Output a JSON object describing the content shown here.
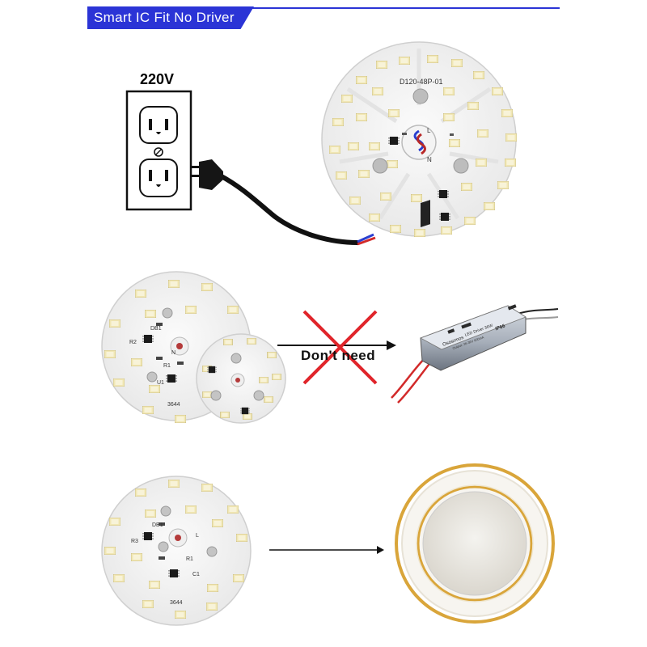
{
  "header": {
    "banner_title": "Smart IC Fit No Driver"
  },
  "outlet": {
    "voltage_label": "220V"
  },
  "board_main": {
    "model_label": "D120-48P-01",
    "l_label": "L",
    "n_label": "N"
  },
  "board_small": {
    "model_label": "3644",
    "labels": {
      "db1": "DB1",
      "r1": "R1",
      "r2": "R2",
      "r3": "R3",
      "u1": "U1",
      "c1": "C1",
      "l": "L",
      "n": "N"
    }
  },
  "comparison": {
    "dont_need_label": "Don't need"
  },
  "driver": {
    "brand": "Ososrmos",
    "subtitle": "LED Driver 36W",
    "rating": "IP66",
    "spec_line": "Output: 26-36V 900mA"
  },
  "colors": {
    "banner": "#2b34d6",
    "cross": "#e0242a",
    "cord_blue": "#2a3fd0",
    "cord_red": "#d22a2a",
    "gold": "#d9a53a"
  }
}
